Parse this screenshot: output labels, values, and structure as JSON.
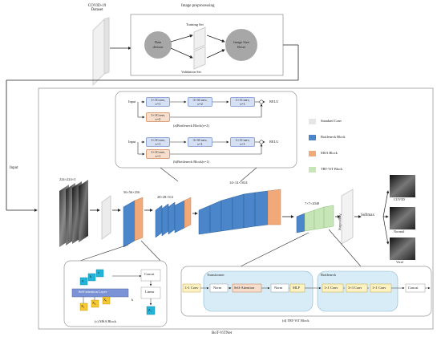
{
  "preprocessing": {
    "dataset_label": "COVID-19\nDataset",
    "title": "Image preprocessing",
    "training_set": "Training Set",
    "validation_set": "Validation Set",
    "data_division": "Data\ndivison",
    "size_reset": "Image Size\nReset"
  },
  "main": {
    "input_label": "Input",
    "title": "BoT-ViTNet",
    "dims": {
      "input": "224×224×3",
      "d56": "56×56×256",
      "d28": "28×28×512",
      "d14": "14×14×1024",
      "d7": "7×7×2048"
    },
    "avg_pool": "Avgpooling",
    "softmax": "Softmax",
    "outputs": [
      "COVID",
      "Normal",
      "Viral"
    ]
  },
  "bottleneck": {
    "input": "Input",
    "relu": "RELU",
    "caption_a": "(a)Bottleneck Block(s=2)",
    "caption_b": "(b)Bottleneck Block(s=1)",
    "a_convs": [
      {
        "l1": "1×1Conv,",
        "l2": "s=1"
      },
      {
        "l1": "3×3Conv,",
        "l2": "s=2"
      },
      {
        "l1": "1×1Conv,",
        "l2": "s=1"
      }
    ],
    "a_skip": {
      "l1": "1×1Conv,",
      "l2": "s=2"
    },
    "b_convs": [
      {
        "l1": "1×1Conv,",
        "l2": "s=1"
      },
      {
        "l1": "3×3Conv,",
        "l2": "s=1"
      },
      {
        "l1": "1×1Conv,",
        "l2": "s=1"
      }
    ],
    "b_skip": {
      "l1": "1×1Conv,",
      "l2": "s=1"
    }
  },
  "legend": [
    {
      "label": "Standard Conv",
      "color": "#e6e6e6"
    },
    {
      "label": "Bottleneck Block",
      "color": "#4a86c9"
    },
    {
      "label": "MSA Block",
      "color": "#f2a97a"
    },
    {
      "label": "TRT-ViT Block",
      "color": "#c7e6b8"
    }
  ],
  "msa": {
    "caption": "(c) MSA Block",
    "self_attention": "Self-attention Layer",
    "concat": "Concat",
    "linear": "Linear",
    "z": "Z₁",
    "x": [
      "X₁",
      "X₂",
      "X₁"
    ],
    "heads": [
      "q",
      "k",
      "v"
    ],
    "k": "k"
  },
  "trt": {
    "caption": "(d) TRT-ViT Block",
    "conv_in": "1×1 Conv",
    "transformer": "Transformer",
    "norm1": "Norm",
    "self_attention": "Self-Attention",
    "norm2": "Norm",
    "mlp": "MLP",
    "bottleneck": "Bottleneck",
    "b1": "1×1 Conv",
    "b2": "3×3 Conv",
    "b3": "1×1 Conv",
    "concat": "Concat"
  }
}
